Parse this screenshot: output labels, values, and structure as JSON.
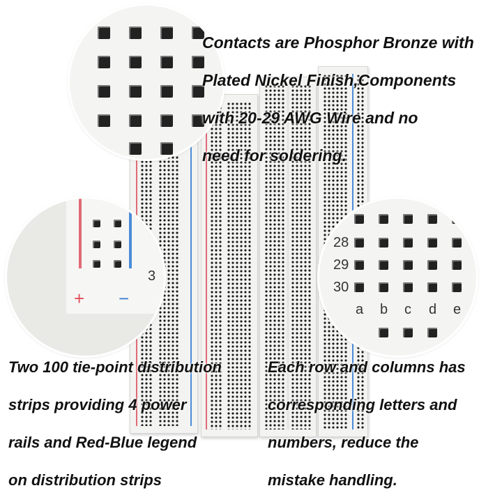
{
  "captions": {
    "top_right": [
      "Contacts are Phosphor Bronze with",
      "Plated Nickel Finish,Components",
      "with 20-29 AWG Wire and no",
      "need for soldering."
    ],
    "bottom_left": [
      "Two 100 tie-point distribution",
      "strips providing 4 power",
      "rails and Red-Blue legend",
      "on distribution strips"
    ],
    "bottom_right": [
      "Each row and columns has",
      "corresponding letters and",
      "numbers, reduce the",
      "mistake handling."
    ]
  },
  "zoom_right": {
    "row_numbers": [
      "28",
      "29",
      "30"
    ],
    "column_letters": [
      "a",
      "b",
      "c",
      "d",
      "e"
    ]
  },
  "zoom_left": {
    "rail_plus": "+",
    "rail_minus": "−",
    "partial_number": "3"
  },
  "colors": {
    "rail_red": "#e06b75",
    "rail_blue": "#4b8cd8",
    "hole": "#1a1a1a",
    "board": "#f3f3f1"
  }
}
